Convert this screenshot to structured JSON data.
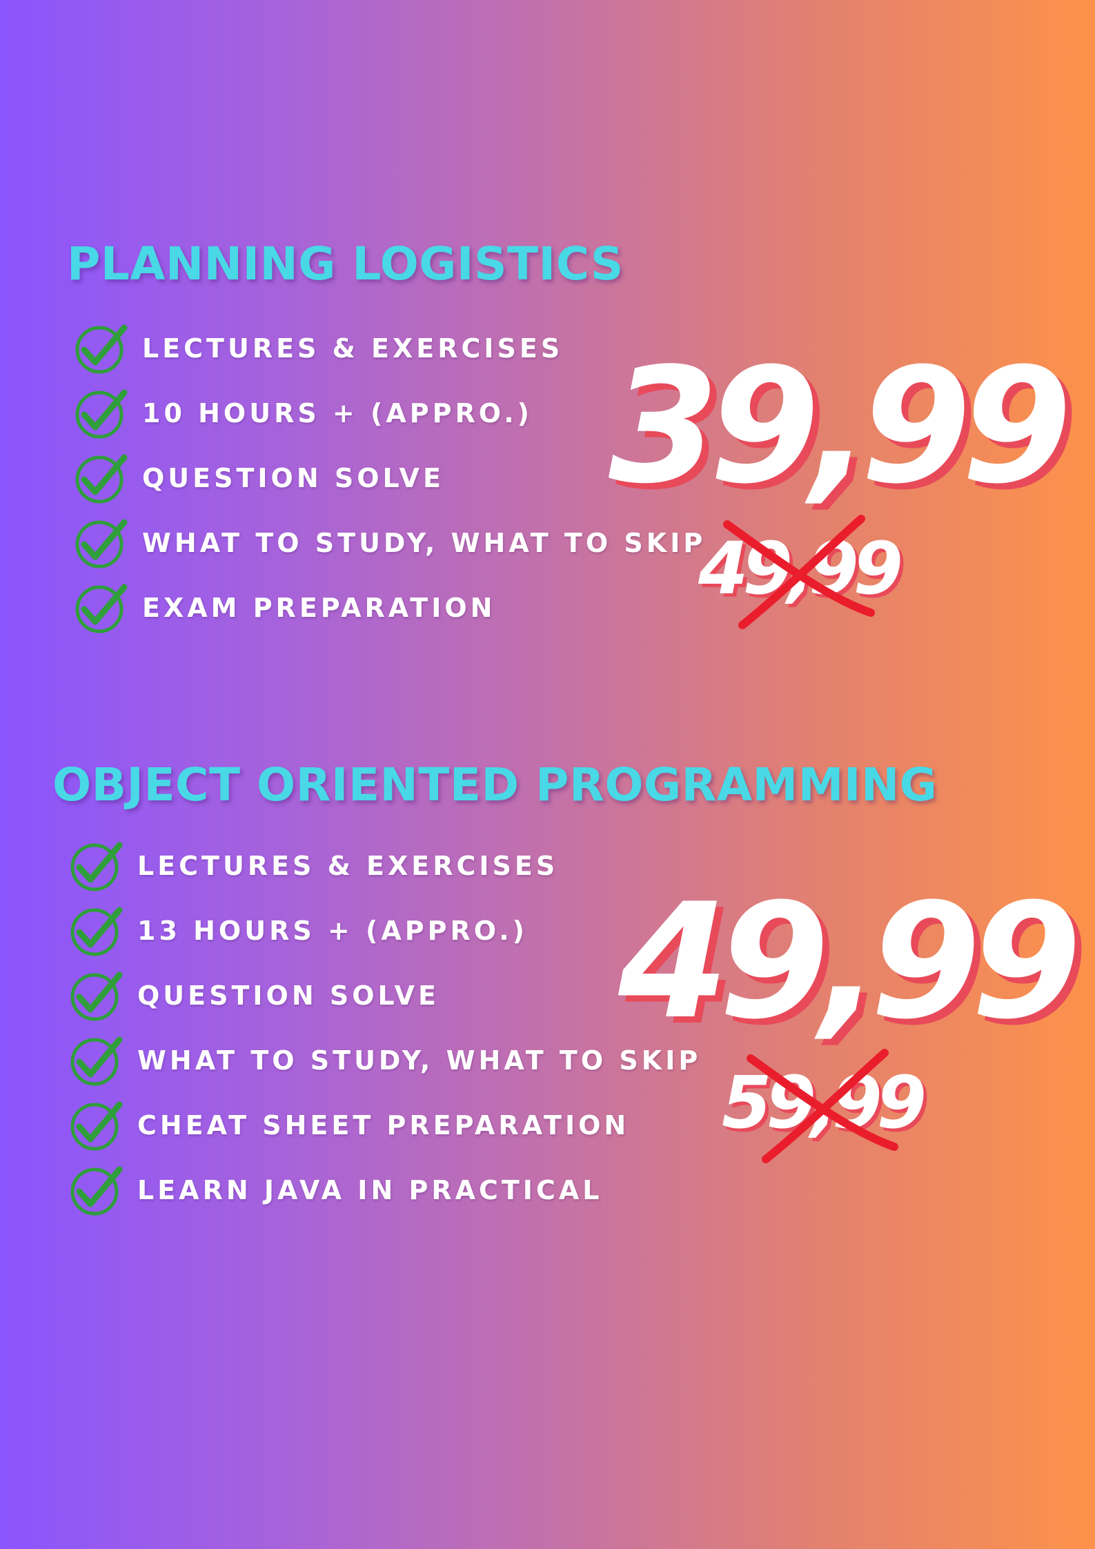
{
  "colors": {
    "gradient_start": "#8b55fd",
    "gradient_end": "#fd924a",
    "title": "#49d8e6",
    "feature_text": "#ffffff",
    "price": "#ffffff",
    "price_shadow": "#e84a5a",
    "check_icon": "#2f9e3b",
    "cross_icon": "#ea1d2c"
  },
  "icons": {
    "feature": "check-circle-icon",
    "old_price": "cross-icon"
  },
  "courses": [
    {
      "title": "PLANNING LOGISTICS",
      "features": [
        "LECTURES & EXERCISES",
        "10 HOURS + (APPRO.)",
        "QUESTION SOLVE",
        "WHAT TO STUDY, WHAT TO SKIP",
        "EXAM PREPARATION"
      ],
      "price": "39,99",
      "old_price": "49,99"
    },
    {
      "title": "OBJECT ORIENTED PROGRAMMING",
      "features": [
        "LECTURES & EXERCISES",
        "13 HOURS + (APPRO.)",
        "QUESTION SOLVE",
        "WHAT TO STUDY, WHAT TO SKIP",
        "CHEAT SHEET PREPARATION",
        "LEARN JAVA IN PRACTICAL"
      ],
      "price": "49,99",
      "old_price": "59,99"
    }
  ]
}
